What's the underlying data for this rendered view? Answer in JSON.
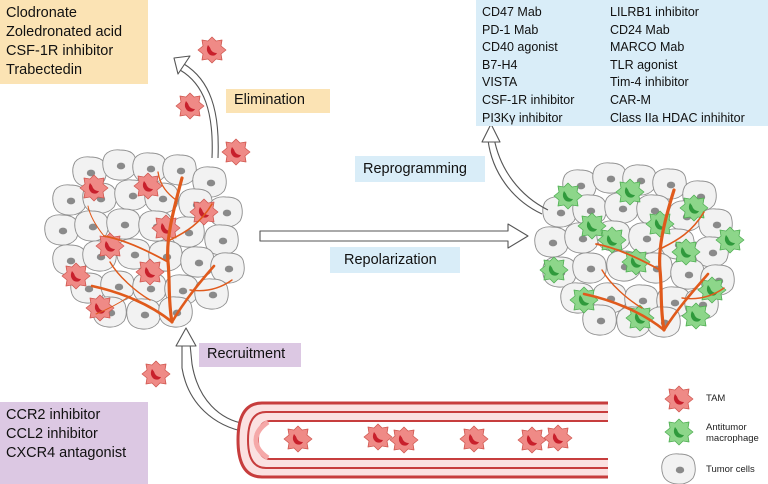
{
  "elimination": {
    "drugs": [
      "Clodronate",
      "Zoledronated acid",
      "CSF-1R inhibitor",
      "Trabectedin"
    ],
    "label": "Elimination"
  },
  "recruitment": {
    "drugs": [
      "CCR2 inhibitor",
      "CCL2 inhibitor",
      "CXCR4 antagonist"
    ],
    "label": "Recruitment"
  },
  "reprogramming": {
    "label": "Reprogramming",
    "col1": [
      "CD47 Mab",
      "PD-1 Mab",
      "CD40 agonist",
      "B7-H4",
      "VISTA",
      "CSF-1R inhibitor",
      "PI3Kγ inhibitor"
    ],
    "col2": [
      "LILRB1 inhibitor",
      "CD24 Mab",
      "MARCO Mab",
      "TLR agonist",
      "Tim-4 inhibitor",
      "CAR-M",
      "Class IIa HDAC inhihitor"
    ]
  },
  "repolarization": {
    "label": "Repolarization"
  },
  "legend": {
    "tam": "TAM",
    "antitumor": "Antitumor macrophage",
    "tumor": "Tumor cells"
  },
  "colors": {
    "tam_fill": "#ef8a86",
    "tam_nucleus": "#c8202c",
    "antitumor_fill": "#8dd68a",
    "antitumor_nucleus": "#2f9a3c",
    "tumor_fill": "#f0f0f0",
    "tumor_nucleus": "#8a8a8a",
    "vessel": "#e05a1c",
    "blood_vessel_wall": "#c73d3d",
    "blood_vessel_fill": "#fbe1e1"
  }
}
